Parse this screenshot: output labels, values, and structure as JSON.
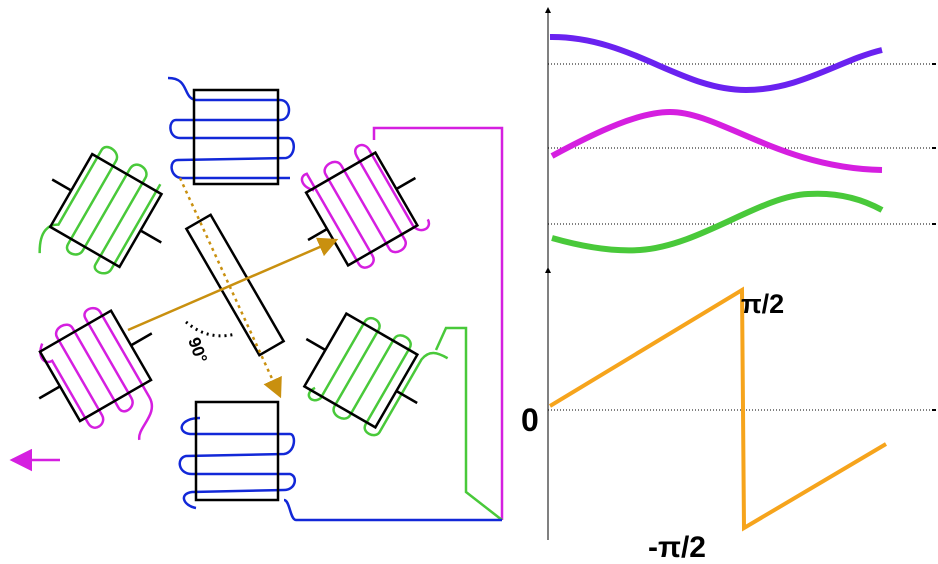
{
  "colors": {
    "blue": "#1228d8",
    "magenta": "#d51fe0",
    "green": "#49c93a",
    "purple": "#6a22f0",
    "orange": "#f6a41c",
    "gold": "#c9900f",
    "black": "#000000"
  },
  "diagram": {
    "angle_label": "90°",
    "coil_phases": [
      "blue",
      "magenta",
      "green",
      "blue",
      "magenta",
      "green"
    ]
  },
  "waveforms": {
    "phase_curves": [
      "purple",
      "magenta",
      "green"
    ]
  },
  "phase_plot": {
    "label_top": "π/2",
    "label_zero": "0",
    "label_bottom": "-π/2"
  }
}
